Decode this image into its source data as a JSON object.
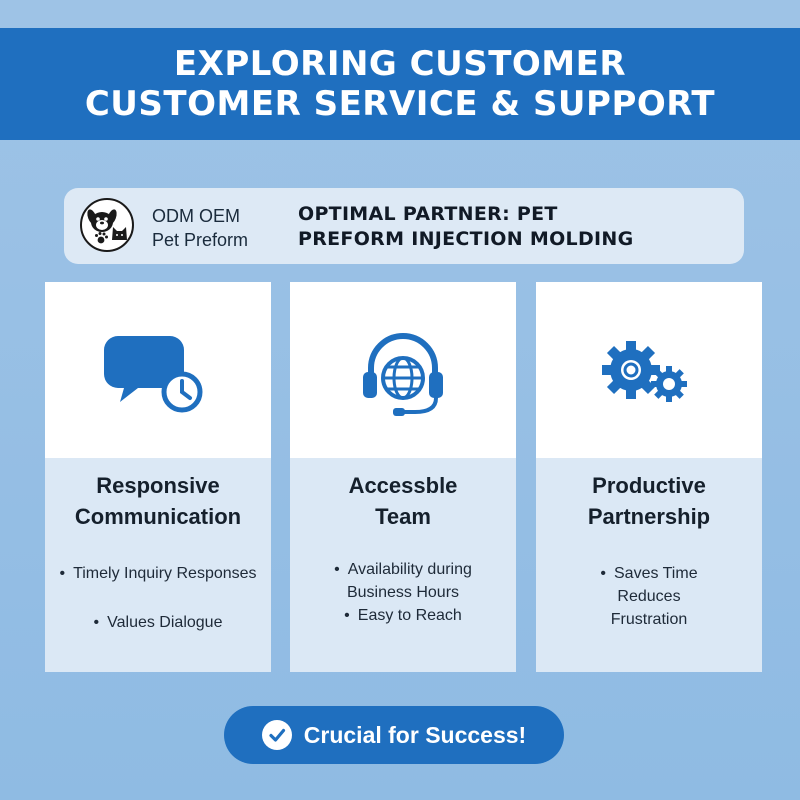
{
  "header": {
    "title_line1": "EXPLORING CUSTOMER",
    "title_line2": "CUSTOMER SERVICE & SUPPORT"
  },
  "brand": {
    "logo_icon": "dog-cat-paw-logo",
    "name_line1": "ODM OEM",
    "name_line2": "Pet Preform",
    "tagline_line1": "OPTIMAL PARTNER: PET",
    "tagline_line2": "PREFORM INJECTION MOLDING"
  },
  "cards": [
    {
      "icon": "chat-bubble-clock-icon",
      "title_line1": "Responsive",
      "title_line2": "Communication",
      "bullets": [
        "Timely Inquiry Responses",
        "Values Dialogue"
      ]
    },
    {
      "icon": "headset-globe-icon",
      "title_line1": "Accessble",
      "title_line2": "Team",
      "bullets": [
        "Availability during",
        "Business Hours",
        "Easy to Reach"
      ]
    },
    {
      "icon": "gears-icon",
      "title_line1": "Productive",
      "title_line2": "Partnership",
      "bullets": [
        "Saves Time",
        "Reduces",
        "Frustration"
      ]
    }
  ],
  "cta": {
    "icon": "check-circle-icon",
    "label": "Crucial for Success!"
  },
  "colors": {
    "primary": "#1f6fbf",
    "background": "#9ec3e6",
    "card_lower": "#dbe8f5"
  }
}
